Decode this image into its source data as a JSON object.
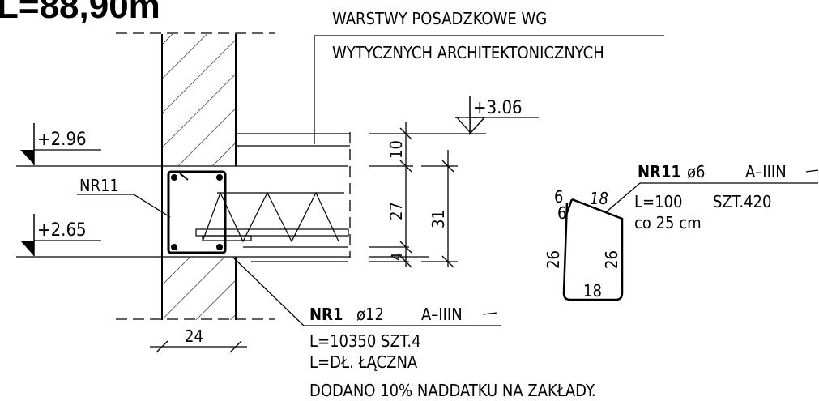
{
  "header": {
    "title_partial": "L=88,90m"
  },
  "floor_note": {
    "line1": "WARSTWY POSADZKOWE WG",
    "line2": "WYTYCZNYCH ARCHITEKTONICZNYCH"
  },
  "levels": {
    "top_right": "+3.06",
    "left_upper": "+2.96",
    "left_lower": "+2.65"
  },
  "labels": {
    "nr11_callout": "NR11"
  },
  "dimensions": {
    "d10": "10",
    "d27": "27",
    "d31": "31",
    "d4": "4",
    "d24": "24"
  },
  "stirrup_spec": {
    "name": "NR11",
    "diameter": "ø6",
    "steel": "A–IIIN",
    "length": "L=100",
    "count": "SZT.420",
    "spacing": "co 25 cm",
    "shape_dims": {
      "hook_a": "6",
      "hook_b": "6",
      "top": "18",
      "left": "26",
      "right": "26",
      "bottom": "18"
    }
  },
  "bar_spec": {
    "name": "NR1",
    "diameter": "ø12",
    "steel": "A–IIIN",
    "length_line": "L=10350 SZT.4",
    "total_line": "L=DŁ. ŁĄCZNA",
    "note": "DODANO 10% NADDATKU NA ZAKŁADY."
  }
}
